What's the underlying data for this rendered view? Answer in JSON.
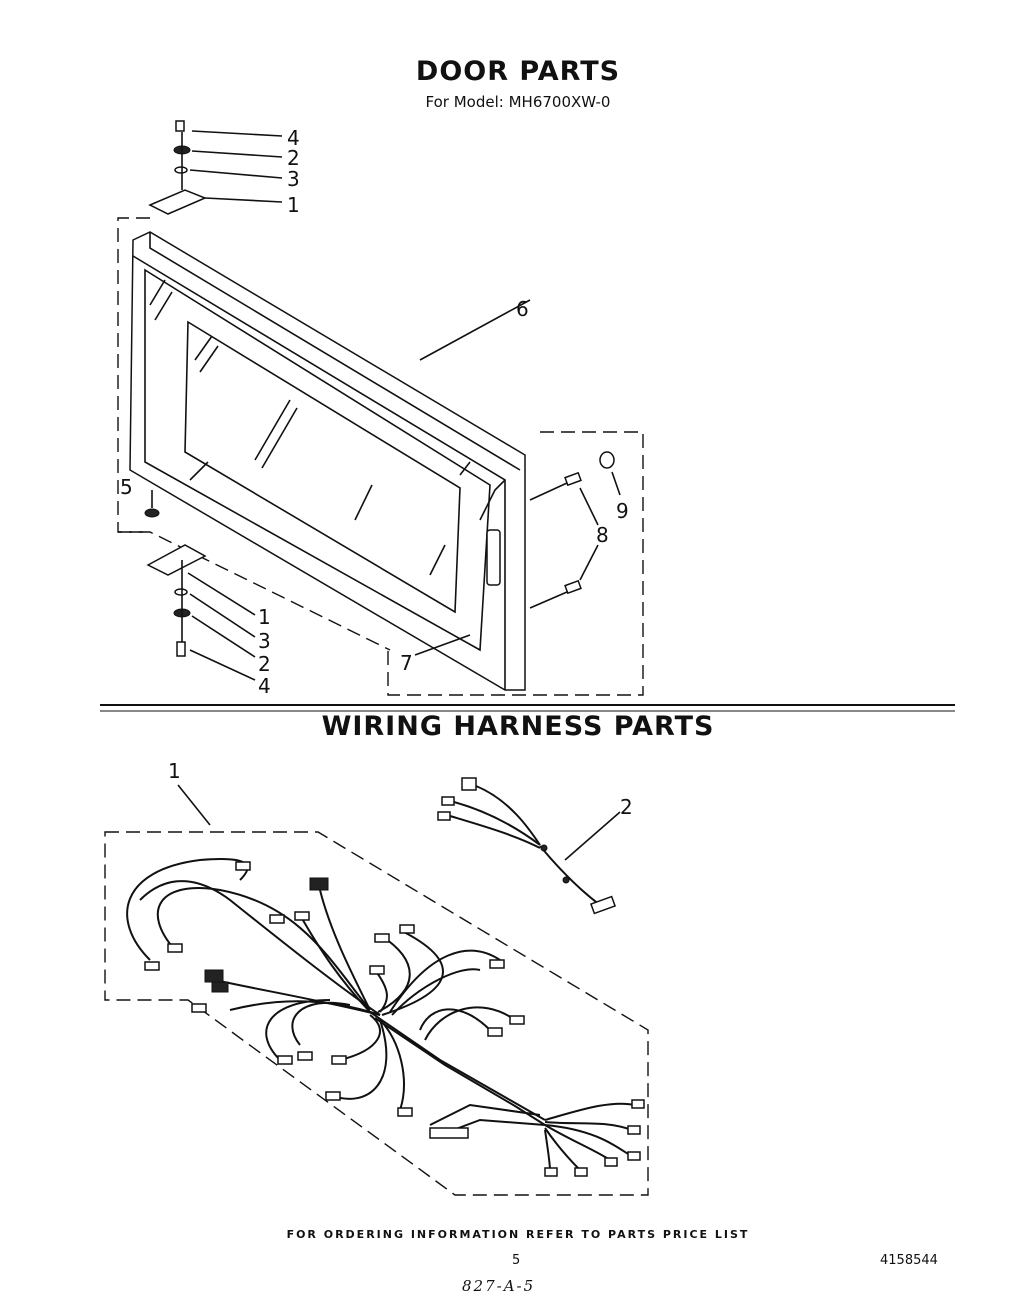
{
  "door_section": {
    "title": "DOOR PARTS",
    "model_line": "For Model: MH6700XW-0",
    "callouts": {
      "top_screw": "4",
      "top_washer": "2",
      "top_spacer": "3",
      "top_hinge": "1",
      "door_assembly": "6",
      "washer": "5",
      "side_clip": "9",
      "screws": "8",
      "bottom_hinge": "1",
      "bottom_spacer": "3",
      "bottom_washer": "2",
      "bottom_screw": "4",
      "choke_strip": "7"
    }
  },
  "wiring_section": {
    "title": "WIRING HARNESS PARTS",
    "callouts": {
      "main_harness": "1",
      "sub_harness": "2"
    }
  },
  "footer": {
    "ordering_note": "FOR ORDERING INFORMATION REFER TO PARTS PRICE LIST",
    "page_number": "5",
    "document_number": "4158544",
    "handwritten_code": "827-A-5"
  }
}
